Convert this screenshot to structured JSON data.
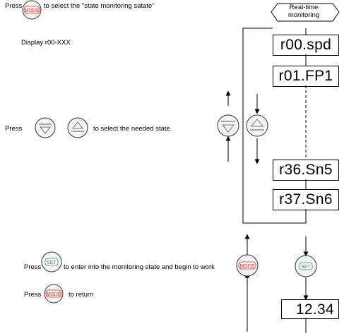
{
  "instructions": {
    "line1_press": "Press",
    "line1_rest": "to select the \"state monitoring satate\"",
    "line2": "Display r00-XXX",
    "line3_press": "Press",
    "line3_rest": "to select the needed state.",
    "line4_press": "Press",
    "line4_rest": "to enter into the monitoring state and begin to work",
    "line5_press": "Press",
    "line5_rest": "to return"
  },
  "buttons": {
    "mode": "MODE",
    "set": "SET"
  },
  "header": {
    "line1": "Real-time",
    "line2": "monitoring"
  },
  "displays": {
    "d1": "r00.spd",
    "d2": "r01.FP1",
    "d3": "r36.Sn5",
    "d4": "r37.Sn6",
    "d5": "12.34"
  },
  "colors": {
    "line": "#000000",
    "button_text": "#d9231c",
    "set_text": "#1d9a3a",
    "button_fill": "#f4f4f4"
  }
}
